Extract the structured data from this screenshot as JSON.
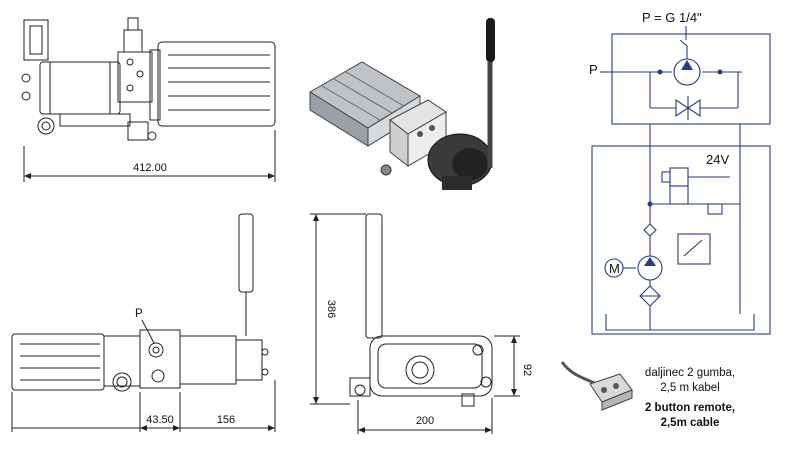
{
  "views": {
    "top": {
      "dimension_width": "412.00"
    },
    "bottom_left": {
      "port_label": "P",
      "dimension_a": "43.50",
      "dimension_b": "156"
    },
    "bottom_mid": {
      "dimension_height": "386",
      "dimension_width": "200",
      "dimension_depth": "92"
    }
  },
  "schematic": {
    "port_spec": "P = G 1/4\"",
    "port_label": "P",
    "voltage": "24V",
    "motor_label": "M"
  },
  "remote": {
    "caption_local_line1": "daljinec 2 gumba,",
    "caption_local_line2": "2,5 m kabel",
    "caption_en_line1": "2 button remote,",
    "caption_en_line2": "2,5m cable"
  },
  "colors": {
    "schematic_line": "#2a3a8a",
    "drawing_line": "#222222"
  }
}
